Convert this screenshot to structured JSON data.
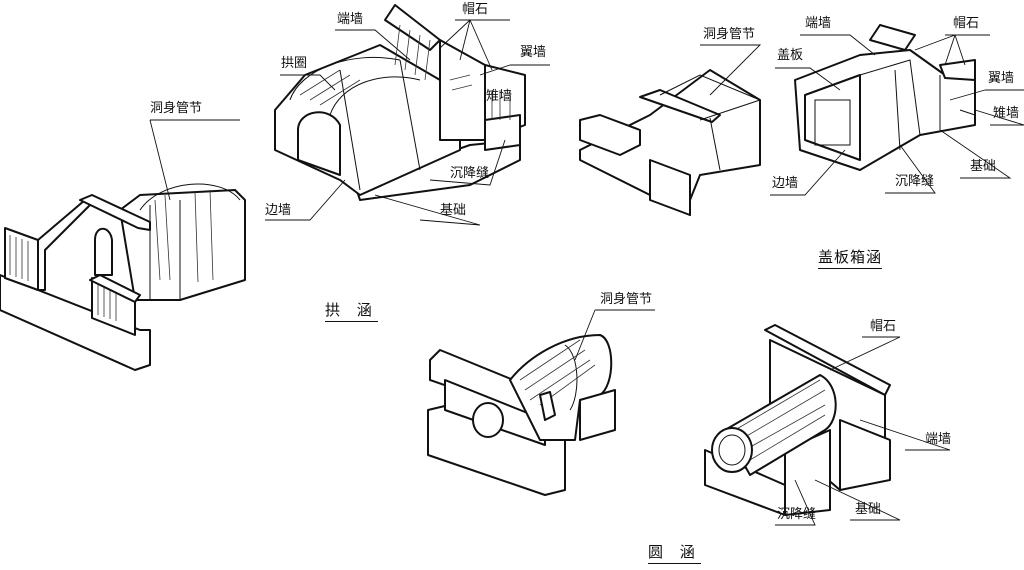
{
  "arch_culvert": {
    "title": "拱 涵",
    "labels": {
      "barrel": "洞身管节",
      "end_wall": "端墙",
      "cap_stone": "帽石",
      "arch_ring": "拱圈",
      "wing_wall": "翼墙",
      "cone_wall": "雉墙",
      "settlement_joint": "沉降缝",
      "side_wall": "边墙",
      "foundation": "基础"
    }
  },
  "box_culvert": {
    "title": "盖板箱涵",
    "labels": {
      "barrel": "洞身管节",
      "end_wall": "端墙",
      "cap_stone": "帽石",
      "cover_slab": "盖板",
      "wing_wall": "翼墙",
      "cone_wall": "雉墙",
      "settlement_joint": "沉降缝",
      "side_wall": "边墙",
      "foundation": "基础"
    }
  },
  "pipe_culvert": {
    "title": "圆 涵",
    "labels": {
      "barrel": "洞身管节",
      "cap_stone": "帽石",
      "end_wall": "端墙",
      "foundation": "基础",
      "settlement_joint": "沉降缝"
    }
  }
}
